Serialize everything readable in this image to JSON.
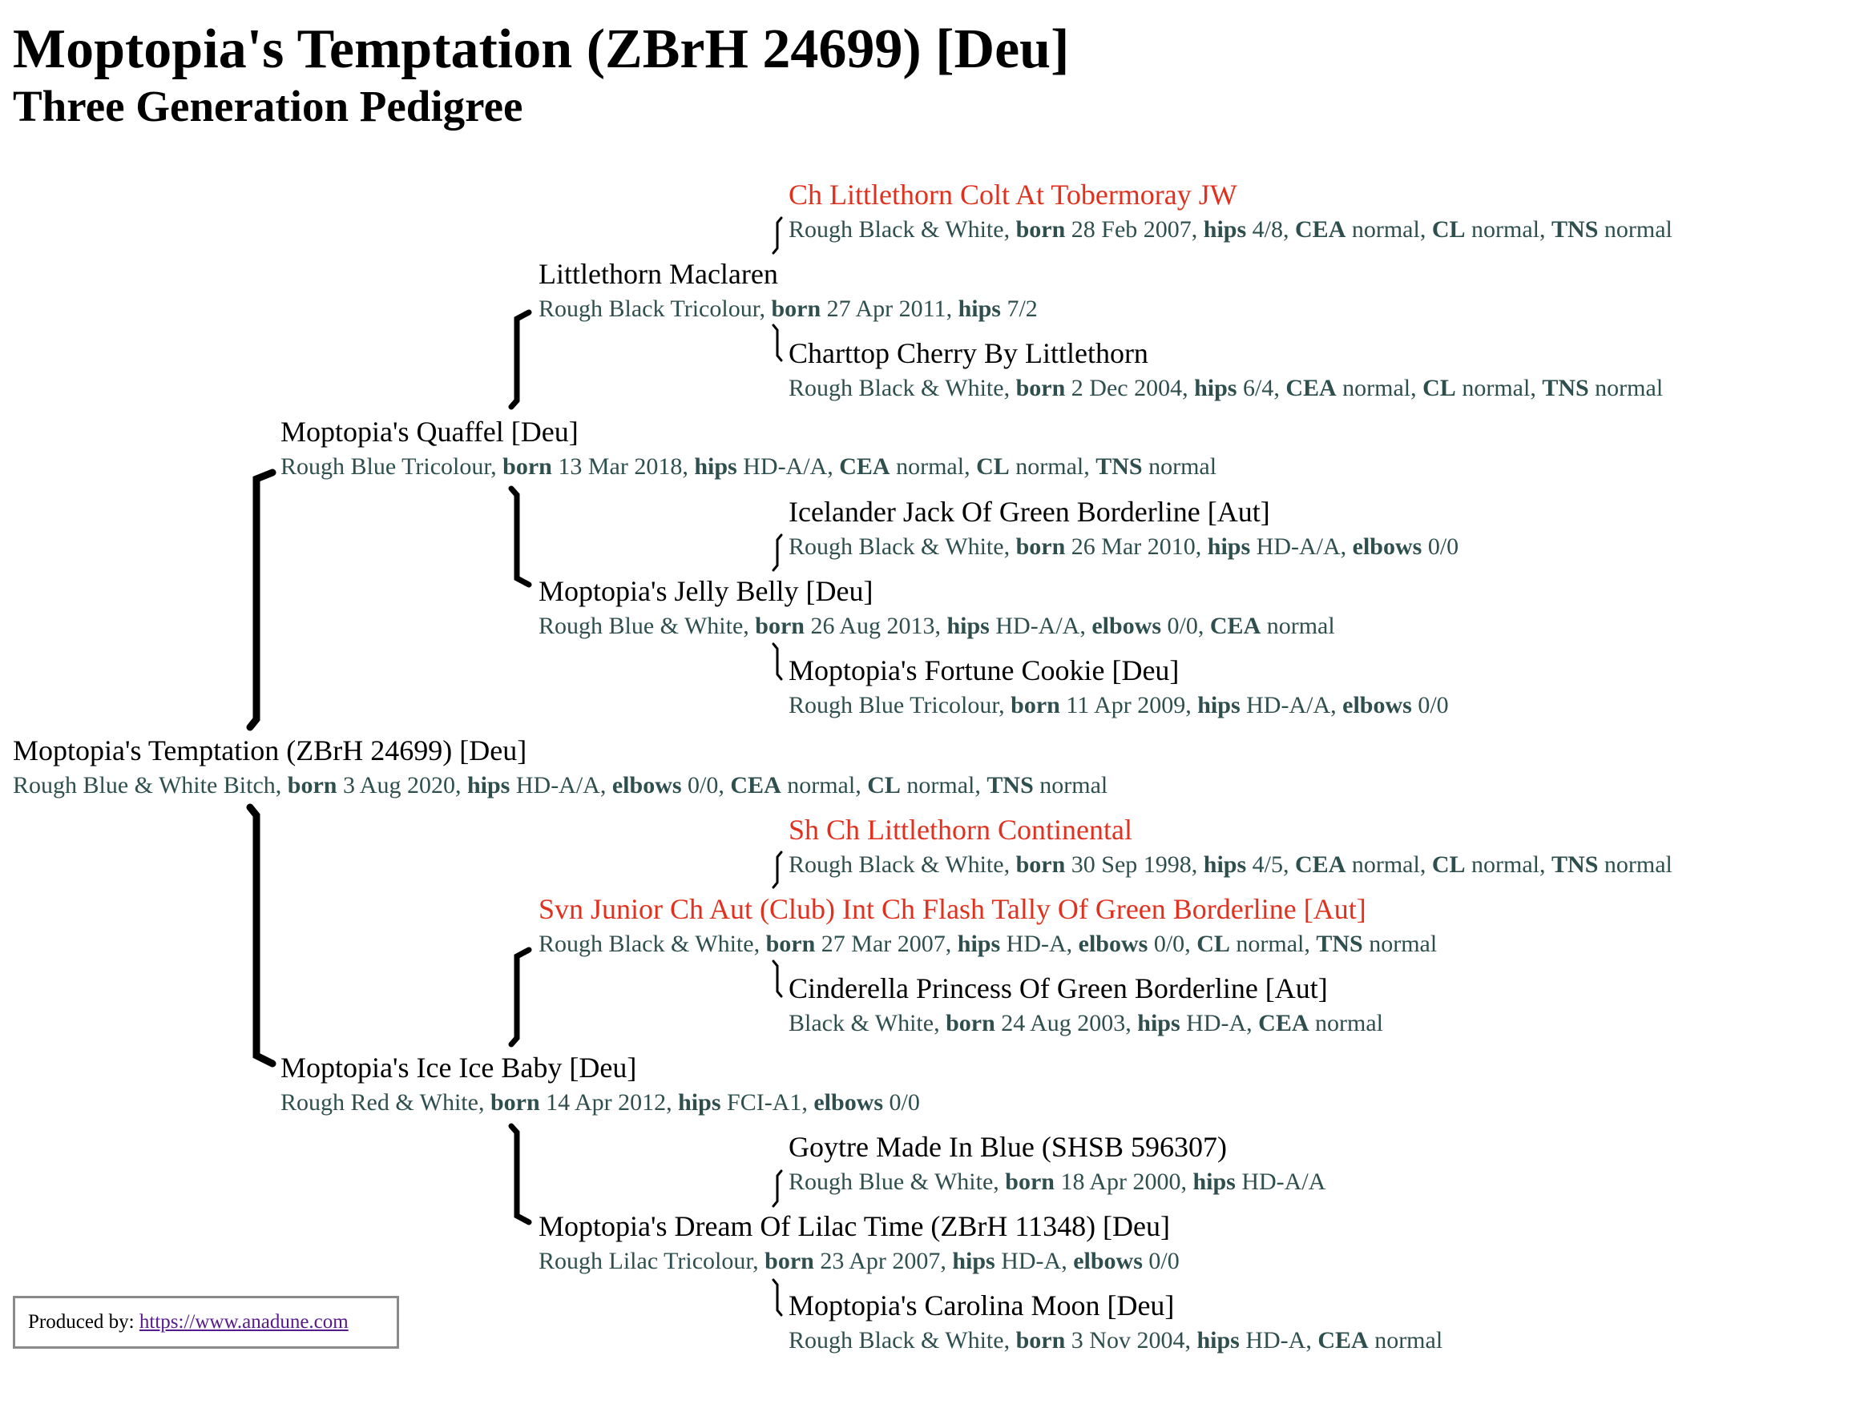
{
  "page": {
    "title": "Moptopia's Temptation (ZBrH 24699) [Deu]",
    "subtitle": "Three Generation Pedigree"
  },
  "pedigree": {
    "subject": {
      "name": "Moptopia's Temptation (ZBrH 24699) [Deu]",
      "desc": "Rough Blue & White Bitch",
      "fields": [
        {
          "k": "born",
          "v": "3 Aug 2020"
        },
        {
          "k": "hips",
          "v": "HD-A/A"
        },
        {
          "k": "elbows",
          "v": "0/0"
        },
        {
          "k": "CEA",
          "v": "normal"
        },
        {
          "k": "CL",
          "v": "normal"
        },
        {
          "k": "TNS",
          "v": "normal"
        }
      ]
    },
    "sire": {
      "name": "Moptopia's Quaffel [Deu]",
      "desc": "Rough Blue Tricolour",
      "fields": [
        {
          "k": "born",
          "v": "13 Mar 2018"
        },
        {
          "k": "hips",
          "v": "HD-A/A"
        },
        {
          "k": "CEA",
          "v": "normal"
        },
        {
          "k": "CL",
          "v": "normal"
        },
        {
          "k": "TNS",
          "v": "normal"
        }
      ]
    },
    "dam": {
      "name": "Moptopia's Ice Ice Baby [Deu]",
      "desc": "Rough Red & White",
      "fields": [
        {
          "k": "born",
          "v": "14 Apr 2012"
        },
        {
          "k": "hips",
          "v": "FCI-A1"
        },
        {
          "k": "elbows",
          "v": "0/0"
        }
      ]
    },
    "ss": {
      "name": "Littlethorn Maclaren",
      "desc": "Rough Black Tricolour",
      "fields": [
        {
          "k": "born",
          "v": "27 Apr 2011"
        },
        {
          "k": "hips",
          "v": "7/2"
        }
      ]
    },
    "sd": {
      "name": "Moptopia's Jelly Belly [Deu]",
      "desc": "Rough Blue & White",
      "fields": [
        {
          "k": "born",
          "v": "26 Aug 2013"
        },
        {
          "k": "hips",
          "v": "HD-A/A"
        },
        {
          "k": "elbows",
          "v": "0/0"
        },
        {
          "k": "CEA",
          "v": "normal"
        }
      ]
    },
    "ds": {
      "name": "Svn Junior Ch Aut (Club) Int Ch Flash Tally Of Green Borderline [Aut]",
      "desc": "Rough Black & White",
      "fields": [
        {
          "k": "born",
          "v": "27 Mar 2007"
        },
        {
          "k": "hips",
          "v": "HD-A"
        },
        {
          "k": "elbows",
          "v": "0/0"
        },
        {
          "k": "CL",
          "v": "normal"
        },
        {
          "k": "TNS",
          "v": "normal"
        }
      ]
    },
    "dd": {
      "name": "Moptopia's Dream Of Lilac Time (ZBrH 11348) [Deu]",
      "desc": "Rough Lilac Tricolour",
      "fields": [
        {
          "k": "born",
          "v": "23 Apr 2007"
        },
        {
          "k": "hips",
          "v": "HD-A"
        },
        {
          "k": "elbows",
          "v": "0/0"
        }
      ]
    },
    "sss": {
      "name": "Ch Littlethorn Colt At Tobermoray JW",
      "desc": "Rough Black & White",
      "fields": [
        {
          "k": "born",
          "v": "28 Feb 2007"
        },
        {
          "k": "hips",
          "v": "4/8"
        },
        {
          "k": "CEA",
          "v": "normal"
        },
        {
          "k": "CL",
          "v": "normal"
        },
        {
          "k": "TNS",
          "v": "normal"
        }
      ]
    },
    "ssd": {
      "name": "Charttop Cherry By Littlethorn",
      "desc": "Rough Black & White",
      "fields": [
        {
          "k": "born",
          "v": "2 Dec 2004"
        },
        {
          "k": "hips",
          "v": "6/4"
        },
        {
          "k": "CEA",
          "v": "normal"
        },
        {
          "k": "CL",
          "v": "normal"
        },
        {
          "k": "TNS",
          "v": "normal"
        }
      ]
    },
    "sds": {
      "name": "Icelander Jack Of Green Borderline [Aut]",
      "desc": "Rough Black & White",
      "fields": [
        {
          "k": "born",
          "v": "26 Mar 2010"
        },
        {
          "k": "hips",
          "v": "HD-A/A"
        },
        {
          "k": "elbows",
          "v": "0/0"
        }
      ]
    },
    "sdd": {
      "name": "Moptopia's Fortune Cookie [Deu]",
      "desc": "Rough Blue Tricolour",
      "fields": [
        {
          "k": "born",
          "v": "11 Apr 2009"
        },
        {
          "k": "hips",
          "v": "HD-A/A"
        },
        {
          "k": "elbows",
          "v": "0/0"
        }
      ]
    },
    "dss": {
      "name": "Sh Ch Littlethorn Continental",
      "desc": "Rough Black & White",
      "fields": [
        {
          "k": "born",
          "v": "30 Sep 1998"
        },
        {
          "k": "hips",
          "v": "4/5"
        },
        {
          "k": "CEA",
          "v": "normal"
        },
        {
          "k": "CL",
          "v": "normal"
        },
        {
          "k": "TNS",
          "v": "normal"
        }
      ]
    },
    "dsd": {
      "name": "Cinderella Princess Of Green Borderline [Aut]",
      "desc": "Black & White",
      "fields": [
        {
          "k": "born",
          "v": "24 Aug 2003"
        },
        {
          "k": "hips",
          "v": "HD-A"
        },
        {
          "k": "CEA",
          "v": "normal"
        }
      ]
    },
    "dds": {
      "name": "Goytre Made In Blue (SHSB 596307)",
      "desc": "Rough Blue & White",
      "fields": [
        {
          "k": "born",
          "v": "18 Apr 2000"
        },
        {
          "k": "hips",
          "v": "HD-A/A"
        }
      ]
    },
    "ddd": {
      "name": "Moptopia's Carolina Moon [Deu]",
      "desc": "Rough Black & White",
      "fields": [
        {
          "k": "born",
          "v": "3 Nov 2004"
        },
        {
          "k": "hips",
          "v": "HD-A"
        },
        {
          "k": "CEA",
          "v": "normal"
        }
      ]
    }
  },
  "footer": {
    "label": "Produced by:",
    "link_text": "https://www.anadune.com"
  },
  "colors": {
    "champion_name": "#e0301e",
    "details_text": "#2f4f4f",
    "link": "#551a8b",
    "connector": "#000000"
  }
}
